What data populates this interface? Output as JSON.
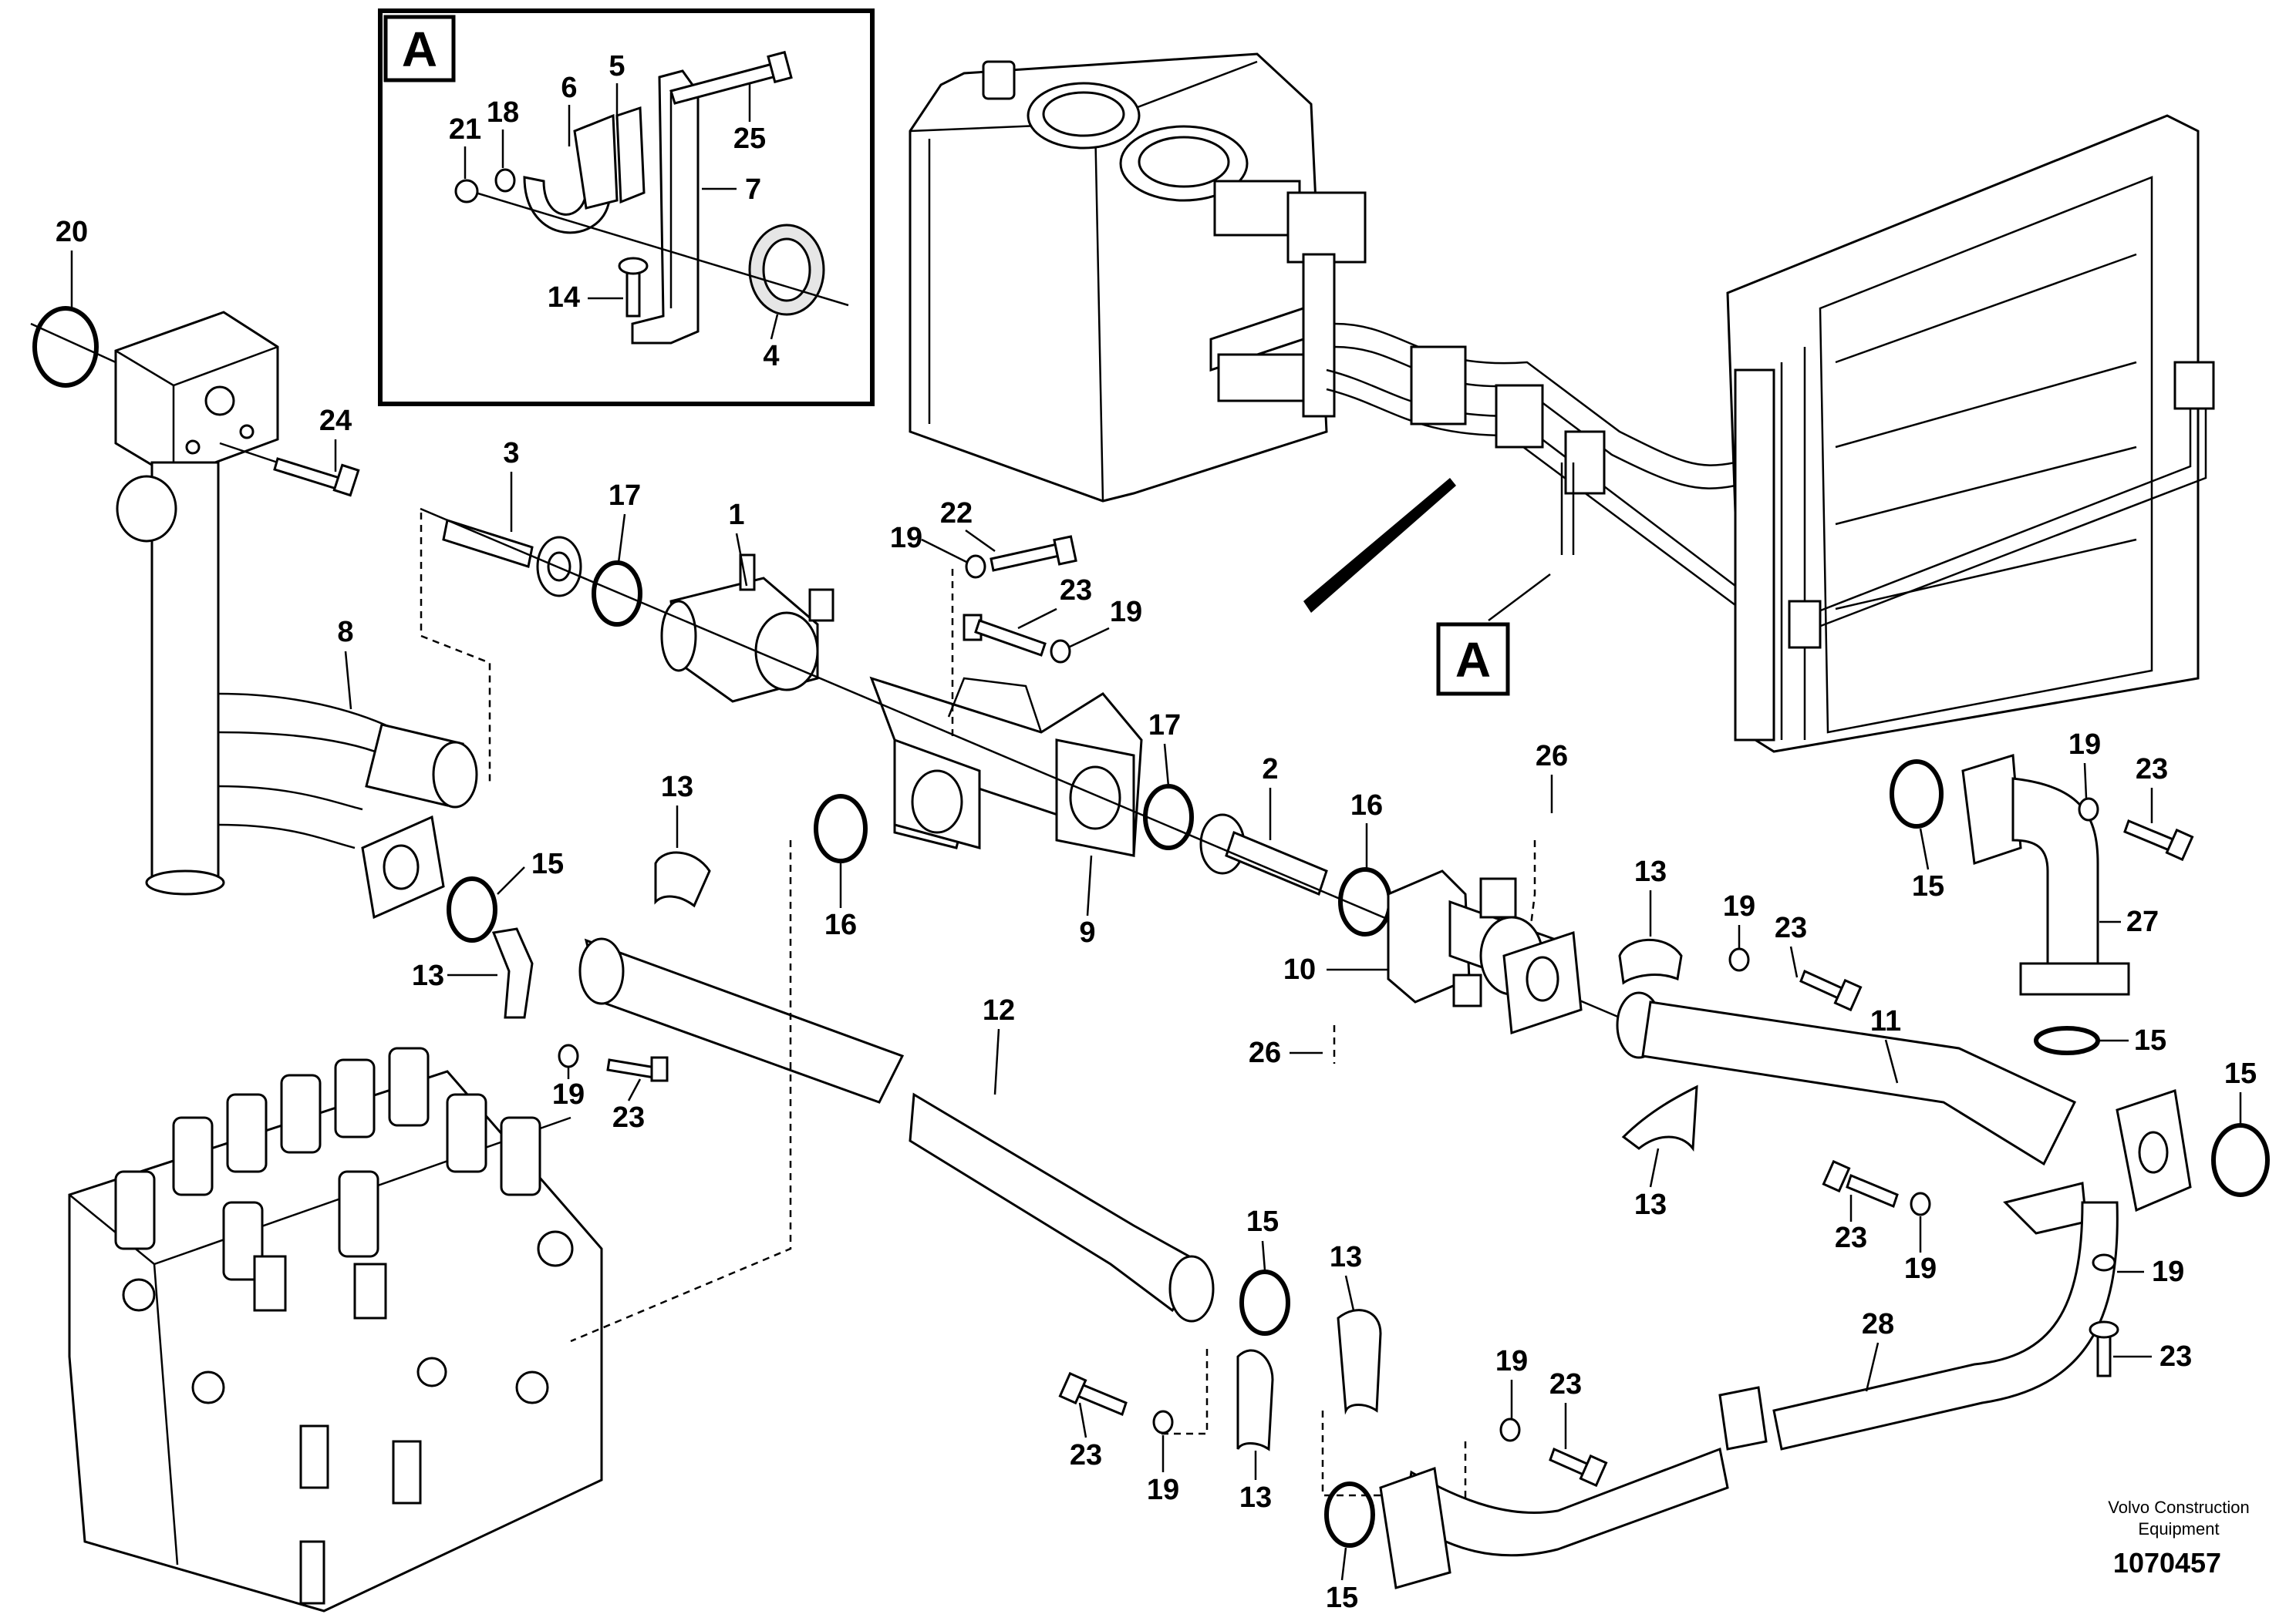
{
  "inset": {
    "letter": "A"
  },
  "callout": {
    "letter": "A"
  },
  "callout_numbers": {
    "n1": "1",
    "n2": "2",
    "n3": "3",
    "n4": "4",
    "n5": "5",
    "n6": "6",
    "n7": "7",
    "n8": "8",
    "n9": "9",
    "n10": "10",
    "n11": "11",
    "n12": "12",
    "n13": "13",
    "n14": "14",
    "n15": "15",
    "n16": "16",
    "n17": "17",
    "n18": "18",
    "n19": "19",
    "n20": "20",
    "n21": "21",
    "n22": "22",
    "n23": "23",
    "n24": "24",
    "n25": "25",
    "n26": "26",
    "n27": "27",
    "n28": "28"
  },
  "footer": {
    "line1": "Volvo Construction",
    "line2": "Equipment",
    "drawing_number": "1070457"
  }
}
